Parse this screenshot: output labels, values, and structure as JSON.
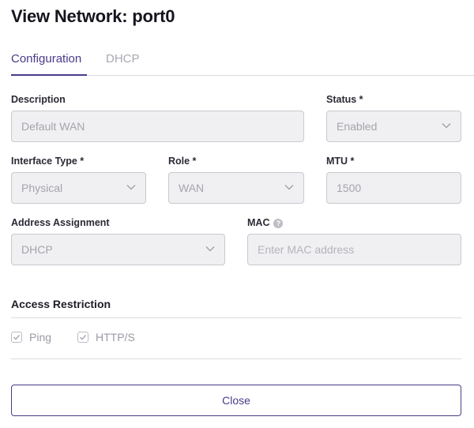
{
  "page": {
    "title": "View Network: port0"
  },
  "tabs": [
    {
      "label": "Configuration",
      "active": true
    },
    {
      "label": "DHCP",
      "active": false
    }
  ],
  "form": {
    "description": {
      "label": "Description",
      "value": "Default WAN"
    },
    "status": {
      "label": "Status *",
      "value": "Enabled"
    },
    "interface_type": {
      "label": "Interface Type *",
      "value": "Physical"
    },
    "role": {
      "label": "Role *",
      "value": "WAN"
    },
    "mtu": {
      "label": "MTU *",
      "value": "1500"
    },
    "address_assignment": {
      "label": "Address Assignment",
      "value": "DHCP"
    },
    "mac": {
      "label": "MAC",
      "value": "",
      "placeholder": "Enter MAC address",
      "help_icon": "?"
    }
  },
  "access_restriction": {
    "title": "Access Restriction",
    "options": [
      {
        "label": "Ping",
        "checked": true
      },
      {
        "label": "HTTP/S",
        "checked": true
      }
    ]
  },
  "footer": {
    "close_label": "Close"
  },
  "colors": {
    "accent": "#4a3a8a",
    "field_bg": "#f0f0f2",
    "field_border": "#c9c9cf",
    "disabled_text": "#a4a4ad"
  }
}
